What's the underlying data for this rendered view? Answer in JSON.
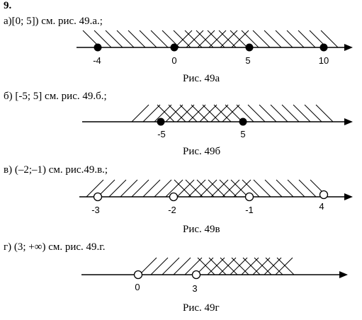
{
  "title": "9.",
  "sections": [
    {
      "label": "а)[0; 5]) см. рис. 49.а.;",
      "caption": "Рис. 49а",
      "points": [
        {
          "label": "-4",
          "filled": true
        },
        {
          "label": "0",
          "filled": true
        },
        {
          "label": "5",
          "filled": true
        },
        {
          "label": "10",
          "filled": true
        }
      ]
    },
    {
      "label": "б) [-5; 5] см. рис. 49.б.;",
      "caption": "Рис. 49б",
      "points": [
        {
          "label": "-5",
          "filled": true
        },
        {
          "label": "5",
          "filled": true
        }
      ]
    },
    {
      "label": "в) (–2;–1) см. рис.49.в.;",
      "caption": "Рис. 49в",
      "points": [
        {
          "label": "-3",
          "filled": false
        },
        {
          "label": "-2",
          "filled": false
        },
        {
          "label": "-1",
          "filled": false
        },
        {
          "label": "4",
          "filled": false
        }
      ]
    },
    {
      "label": "г) (3; +∞) см. рис. 49.г.",
      "caption": "Рис. 49г",
      "points": [
        {
          "label": "0",
          "filled": false
        },
        {
          "label": "3",
          "filled": false
        }
      ]
    }
  ]
}
